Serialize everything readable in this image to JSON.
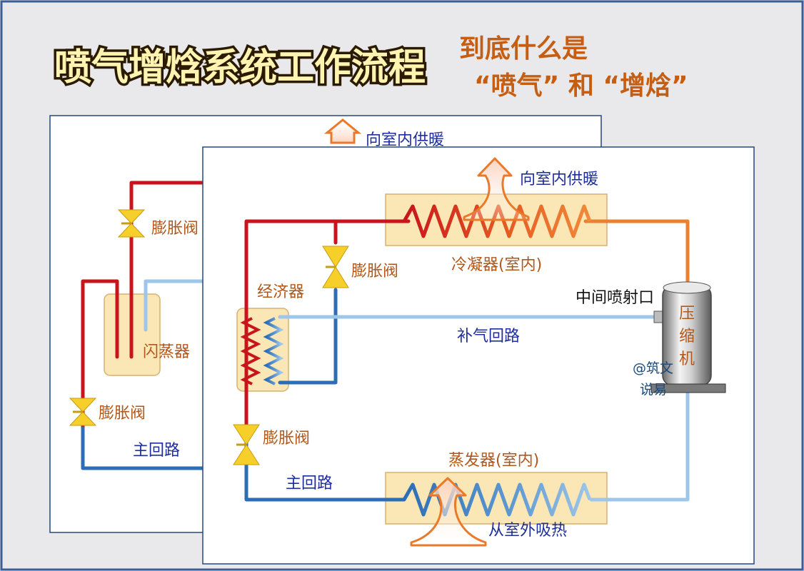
{
  "title": "喷气增焓系统工作流程",
  "subtitle_line1": "到底什么是",
  "subtitle_line2": "“喷气” 和 “增焓”",
  "back_panel": {
    "heating_label": "向室内供暖",
    "valve_top_label": "膨胀阀",
    "flash_tank_label": "闪蒸器",
    "valve_bottom_label": "膨胀阀",
    "main_loop_label": "主回路"
  },
  "front_panel": {
    "heating_label": "向室内供暖",
    "condenser_label": "冷凝器(室内)",
    "valve_top_label": "膨胀阀",
    "economizer_label": "经济器",
    "injection_label": "中间喷射口",
    "compressor_label": [
      "压",
      "缩",
      "机"
    ],
    "supplement_loop_label": "补气回路",
    "watermark": [
      "@筑文",
      "说易"
    ],
    "valve_bottom_label": "膨胀阀",
    "evaporator_label": "蒸发器(室内)",
    "main_loop_label": "主回路",
    "absorb_label": "从室外吸热"
  },
  "colors": {
    "hot": "#c8141c",
    "warm": "#ea8030",
    "cold_light": "#9ec6e8",
    "cold_dark": "#2c6db6",
    "valve": "#f7cf2a"
  }
}
